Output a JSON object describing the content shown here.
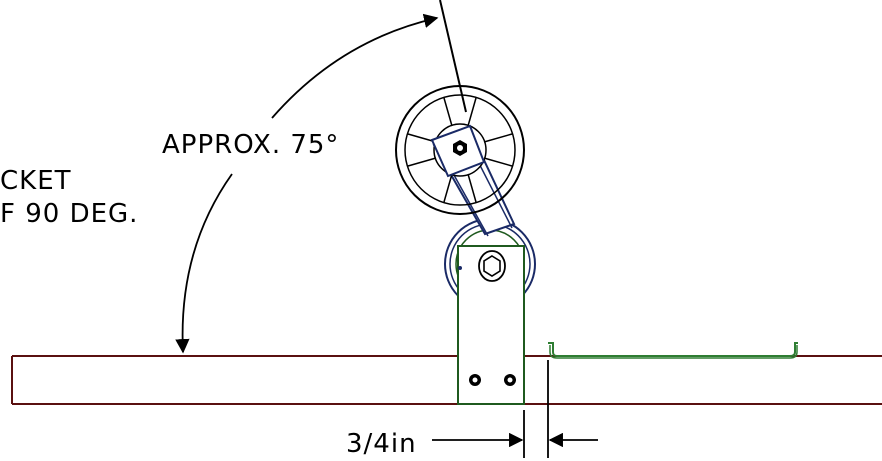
{
  "annotations": {
    "angle_label": "APPROX. 75°",
    "note_line1": "CKET",
    "note_line2": "F 90 DEG.",
    "gap_label": "3/4in"
  },
  "colors": {
    "ink": "#000000",
    "rail": "#5a1010",
    "bracket": "#1f5a1f",
    "arm": "#1a2a66",
    "tray": "#2e7d32"
  }
}
